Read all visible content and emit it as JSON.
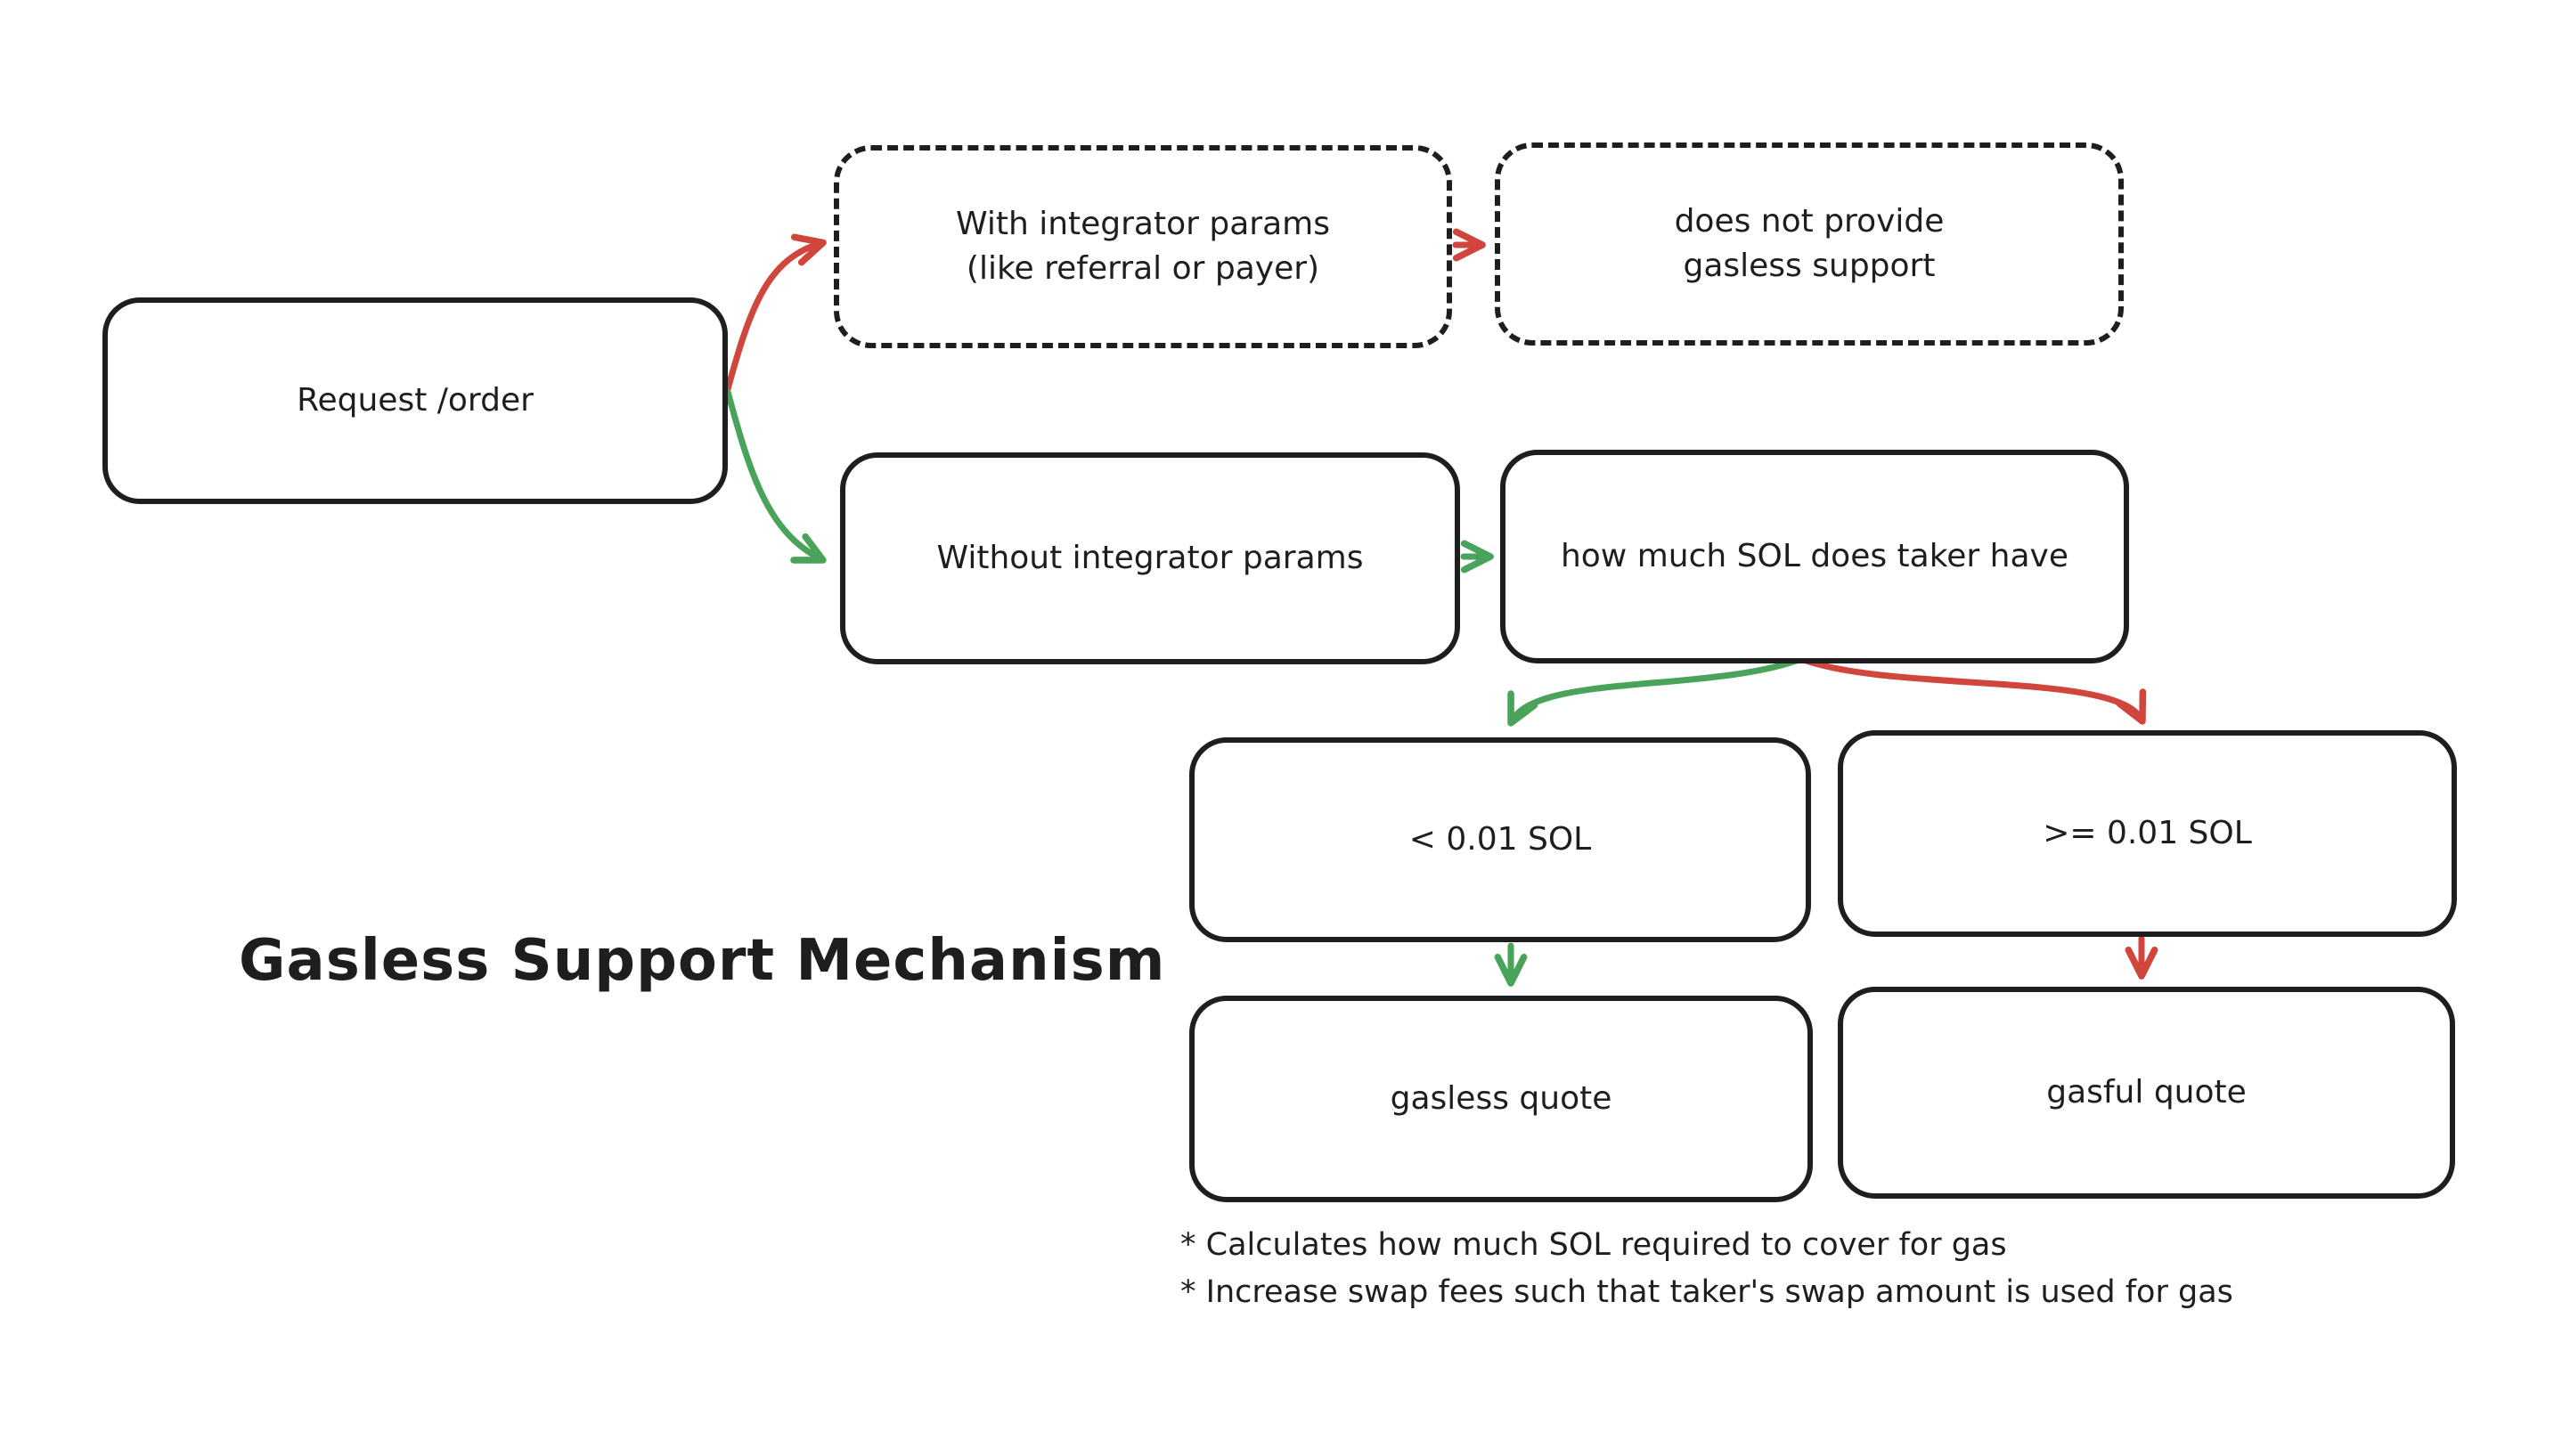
{
  "title": "Gasless Support Mechanism",
  "nodes": {
    "request_order": "Request /order",
    "with_integrator": "With integrator params\n(like referral or payer)",
    "no_gasless": "does not provide\ngasless support",
    "without_integrator": "Without integrator params",
    "taker_sol": "how much SOL does taker have",
    "lt_threshold": "< 0.01 SOL",
    "gte_threshold": ">= 0.01 SOL",
    "gasless_quote": "gasless quote",
    "gasful_quote": "gasful quote"
  },
  "footnotes": {
    "line1": "* Calculates how much SOL required to cover for gas",
    "line2": "* Increase swap fees such that taker's swap amount is used for gas"
  },
  "colors": {
    "ink": "#1e1e1e",
    "red_arrow": "#d0453c",
    "green_arrow": "#4aa35a",
    "background": "#ffffff"
  }
}
